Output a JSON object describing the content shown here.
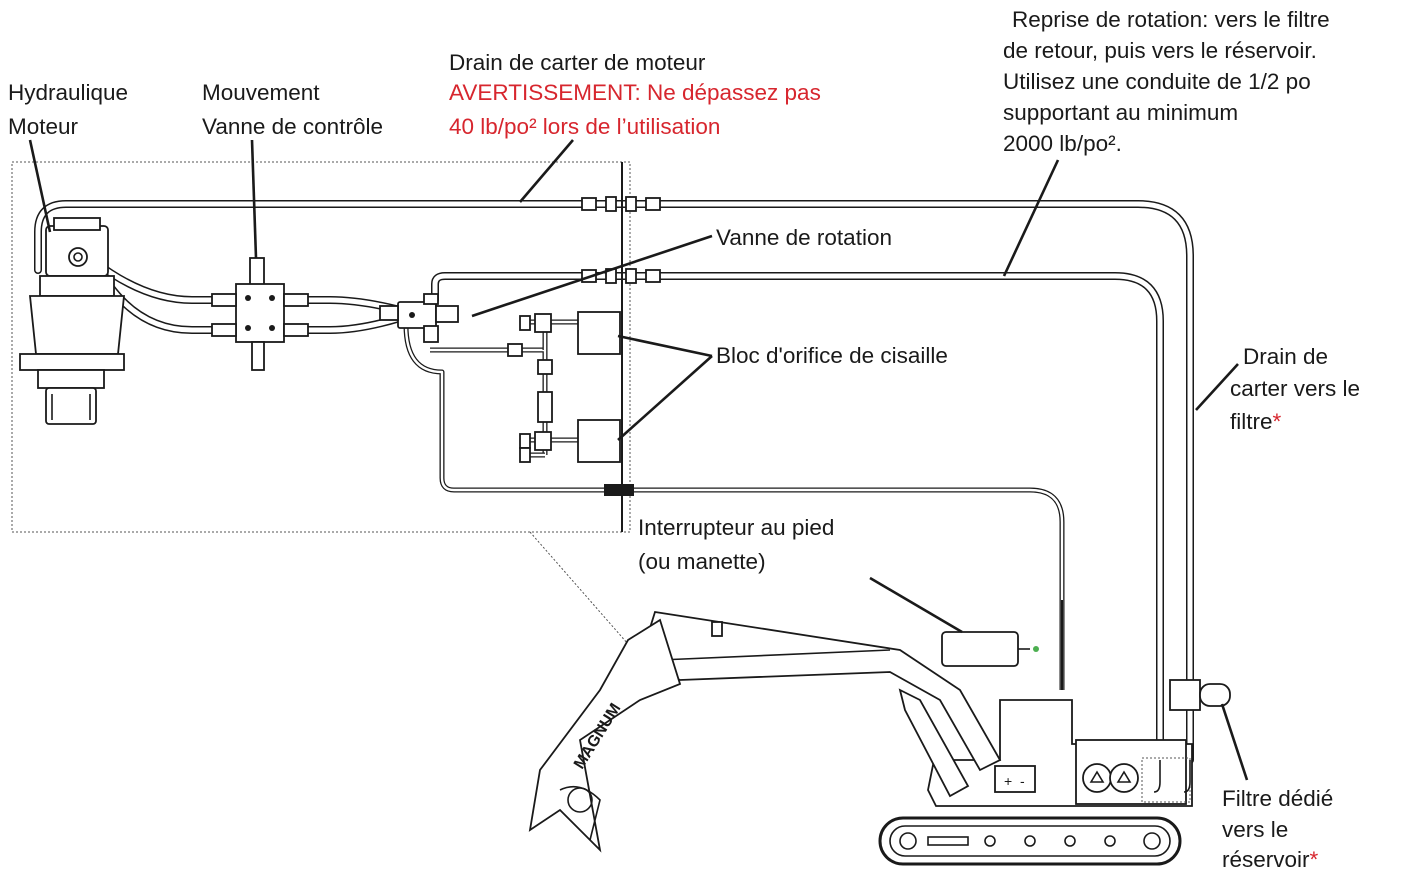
{
  "labels": {
    "hydraulic_motor": [
      "Hydraulique",
      "Moteur"
    ],
    "movement_valve": [
      "Mouvement",
      "Vanne de contrôle"
    ],
    "case_drain_motor": "Drain de carter de moteur",
    "warning": [
      "AVERTISSEMENT: Ne dépassez pas",
      "40 lb/po² lors de l’utilisation"
    ],
    "rotation_return": [
      "Reprise de rotation: vers le filtre",
      "de retour, puis vers le réservoir.",
      "Utilisez une conduite de 1/2 po",
      "supportant au minimum",
      "2000 lb/po²."
    ],
    "rotation_valve": "Vanne de rotation",
    "shear_port_block": "Bloc d'orifice de cisaille",
    "case_drain_filter": [
      "Drain de",
      "carter vers le",
      "filtre"
    ],
    "foot_switch": [
      "Interrupteur au pied",
      "(ou manette)"
    ],
    "dedicated_filter": [
      "Filtre dédié",
      "vers le",
      "réservoir"
    ],
    "asterisk": "*"
  },
  "equipment": {
    "shear_brand": "MAGNUM",
    "battery_plus": "+",
    "battery_minus": "-"
  },
  "colors": {
    "line": "#1a1a1a",
    "warning": "#d7262e",
    "connector_accent": "#4caf50"
  }
}
